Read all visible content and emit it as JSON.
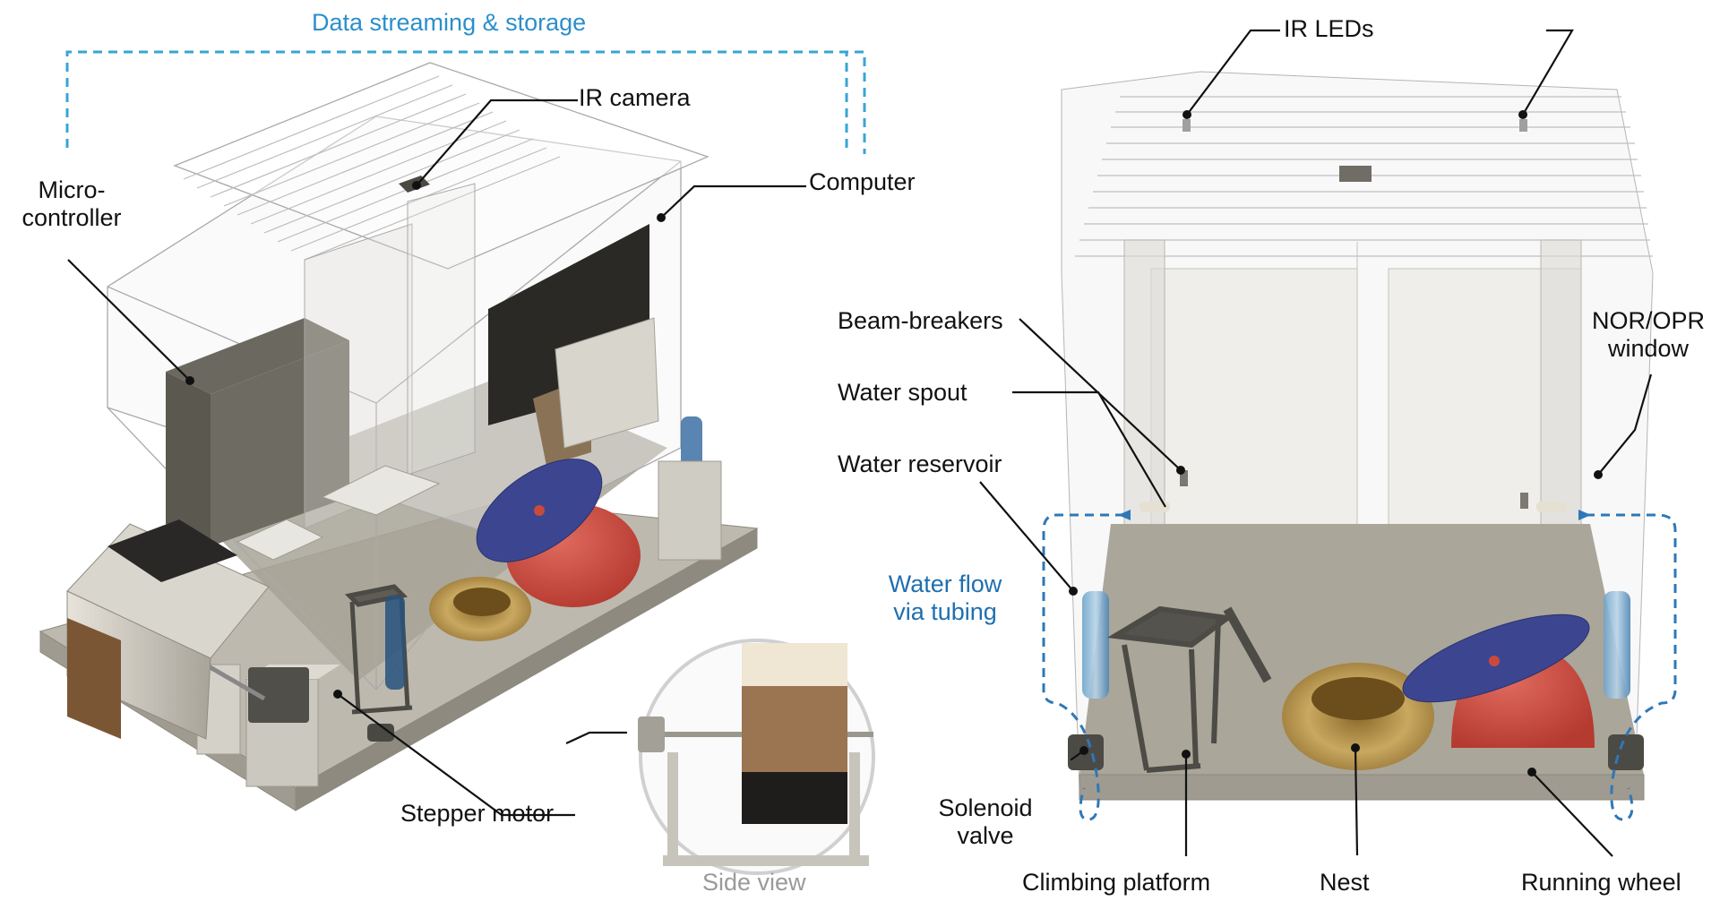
{
  "colors": {
    "stream_line": "#39a4d6",
    "flow_line": "#2e78b8",
    "wheel_disc": "#3f4a93",
    "wheel_dome": "#c9493f",
    "panel_dark": "#5d5b52",
    "floor": "#a9a596"
  },
  "left_panel": {
    "stream_label": "Data streaming & storage",
    "ir_camera": "IR camera",
    "computer": "Computer",
    "micro_line1": "Micro-",
    "micro_line2": "controller",
    "stepper_motor": "Stepper motor",
    "side_view": "Side view"
  },
  "right_panel": {
    "ir_leds": "IR LEDs",
    "beam_breakers": "Beam-breakers",
    "water_spout": "Water spout",
    "water_reservoir": "Water reservoir",
    "nor_line1": "NOR/OPR",
    "nor_line2": "window",
    "water_flow_line1": "Water flow",
    "water_flow_line2": "via tubing",
    "solenoid_line1": "Solenoid",
    "solenoid_line2": "valve",
    "climbing_platform": "Climbing platform",
    "nest": "Nest",
    "running_wheel": "Running wheel"
  }
}
